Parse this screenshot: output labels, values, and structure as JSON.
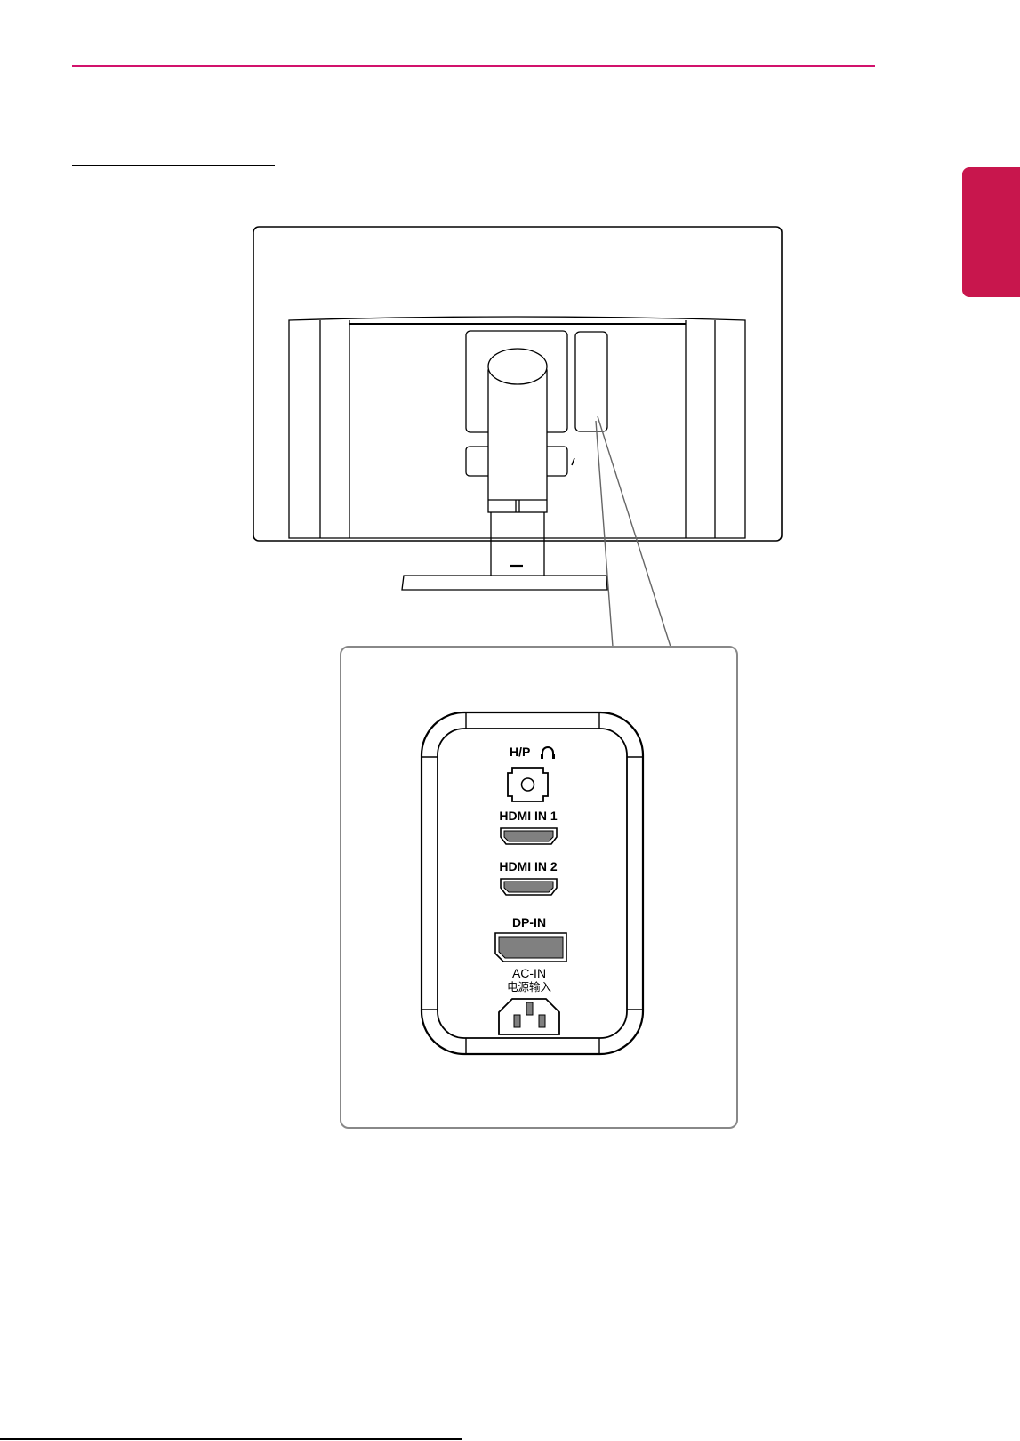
{
  "header": {
    "accent_color": "#d2126c",
    "side_tab_color": "#c8164d"
  },
  "figure": {
    "ports": [
      {
        "label": "H/P",
        "icon": "headphone-icon"
      },
      {
        "label": "HDMI IN 1"
      },
      {
        "label": "HDMI IN 2"
      },
      {
        "label": "DP-IN"
      },
      {
        "label": "AC-IN",
        "sublabel": "电源输入"
      }
    ]
  }
}
